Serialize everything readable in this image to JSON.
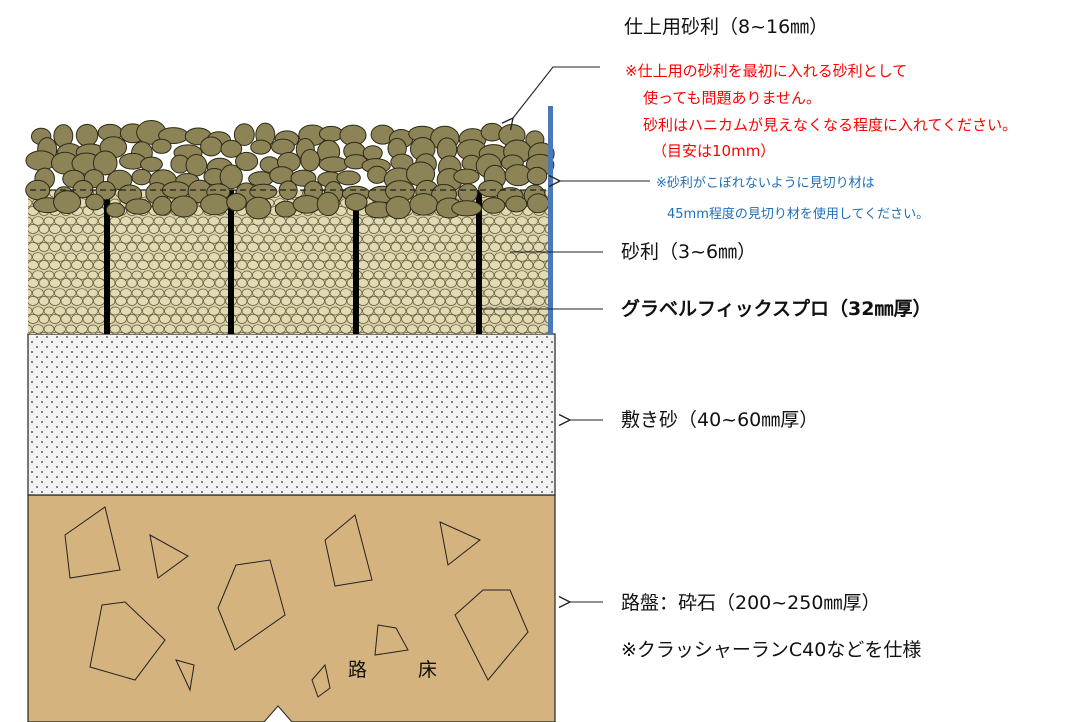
{
  "labels": {
    "finish_gravel": "仕上用砂利（8~16㎜）",
    "finish_note": [
      "※仕上用の砂利を最初に入れる砂利として",
      "使っても問題ありません。",
      "砂利はハニカムが見えなくなる程度に入れてください。",
      "（目安は10mm）"
    ],
    "edge_note": [
      "※砂利がこぼれないように見切り材は",
      "45mm程度の見切り材を使用してください。"
    ],
    "gravel": "砂利（3~6㎜）",
    "product": "グラベルフィックスプロ（32㎜厚）",
    "sand": "敷き砂（40~60㎜厚）",
    "base": "路盤：砕石（200~250㎜厚）",
    "base_note": "※クラッシャーランC40などを仕様",
    "subgrade_1": "路",
    "subgrade_2": "床"
  },
  "colors": {
    "top_stone": "#8c8356",
    "honeycomb_fill": "#d8cfa4",
    "small_stone": "#e2dab3",
    "sand_bg": "#f2f2f2",
    "base_bg": "#d4b37f",
    "edge_strip": "#4a78b8",
    "note_red": "#ff0000",
    "note_blue": "#1f6fb8"
  }
}
